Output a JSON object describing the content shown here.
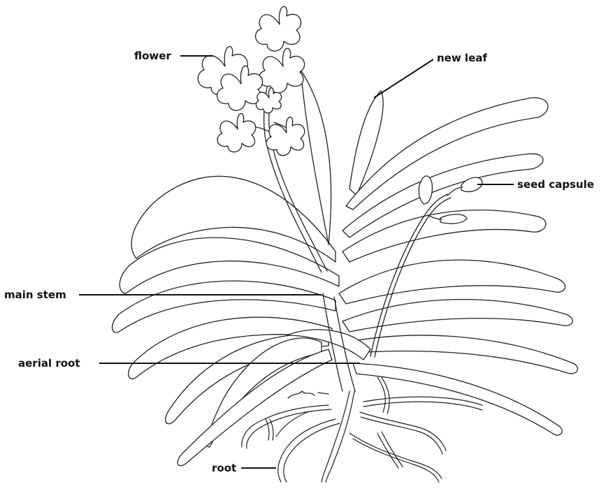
{
  "labels": {
    "flower": "flower",
    "new_leaf": "new leaf",
    "seed_capsule": "seed capsule",
    "main_stem": "main stem",
    "aerial_root": "aerial root",
    "root": "root"
  },
  "colors": {
    "ink": "#111111",
    "background": "#ffffff"
  }
}
